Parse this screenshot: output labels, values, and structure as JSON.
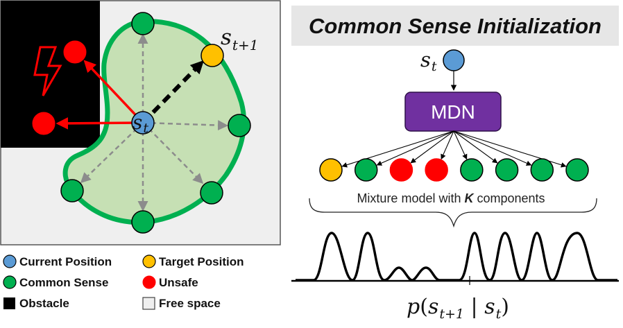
{
  "left_panel": {
    "state_label": "s",
    "state_sub": "t",
    "target_label": "s",
    "target_sub": "t+1"
  },
  "legend": {
    "current": "Current Position",
    "target": "Target Position",
    "common": "Common Sense",
    "unsafe": "Unsafe",
    "obstacle": "Obstacle",
    "free": "Free space"
  },
  "right_panel": {
    "title": "Common Sense Initialization",
    "state_label": "s",
    "state_sub": "t",
    "mdn_label": "MDN",
    "caption_before": "Mixture model with ",
    "caption_k": "K",
    "caption_after": " components",
    "formula_p": "p",
    "formula_open": "(",
    "formula_s1": "s",
    "formula_sub1": "t+1",
    "formula_bar": " | ",
    "formula_s2": "s",
    "formula_sub2": "t",
    "formula_close": ")",
    "component_colors": [
      "orange",
      "green",
      "red",
      "red",
      "green",
      "green",
      "green",
      "green"
    ]
  },
  "colors": {
    "current": "#5b9bd5",
    "target": "#ffc000",
    "common": "#00b050",
    "unsafe": "#ff0000",
    "obstacle": "#000000",
    "free": "#efefef",
    "region_fill": "#c6e0b4",
    "region_border": "#00b050",
    "mdn": "#7030a0",
    "title_bg": "#e6e6e6"
  }
}
